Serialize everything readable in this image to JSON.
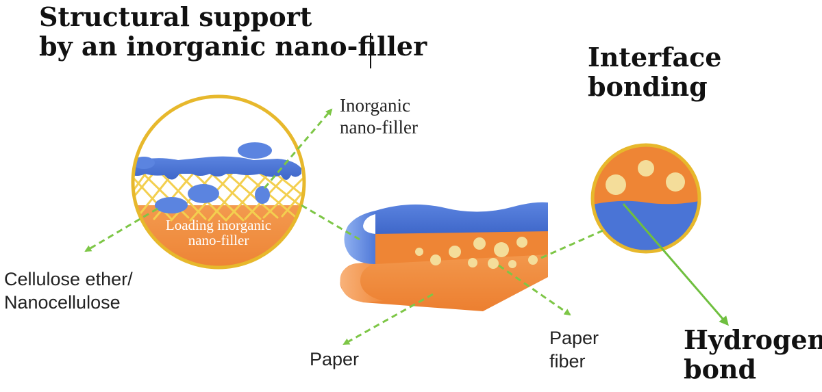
{
  "titles": {
    "structural_line1": "Structural support",
    "structural_line2": "by an inorganic nano-filler",
    "interface_line1": "Interface",
    "interface_line2": "bonding",
    "hydrogen_line1": "Hydrogen",
    "hydrogen_line2": "bond"
  },
  "labels": {
    "inorganic_line1": "Inorganic",
    "inorganic_line2": "nano-filler",
    "loading_line1": "Loading inorganic",
    "loading_line2": "nano-filler",
    "cellulose_line1": "Cellulose ether/",
    "cellulose_line2": "Nanocellulose",
    "paper": "Paper",
    "fiber_line1": "Paper",
    "fiber_line2": "fiber"
  },
  "colors": {
    "gold_ring": "#e7b82c",
    "blue_layer": "#4a74d6",
    "orange_layer": "#f08a3c",
    "fiber_yellow": "#f3cf4f",
    "filler_particle": "#f4dd9a",
    "dashed_arrow": "#7dc646",
    "solid_arrow": "#6fbf3f"
  }
}
